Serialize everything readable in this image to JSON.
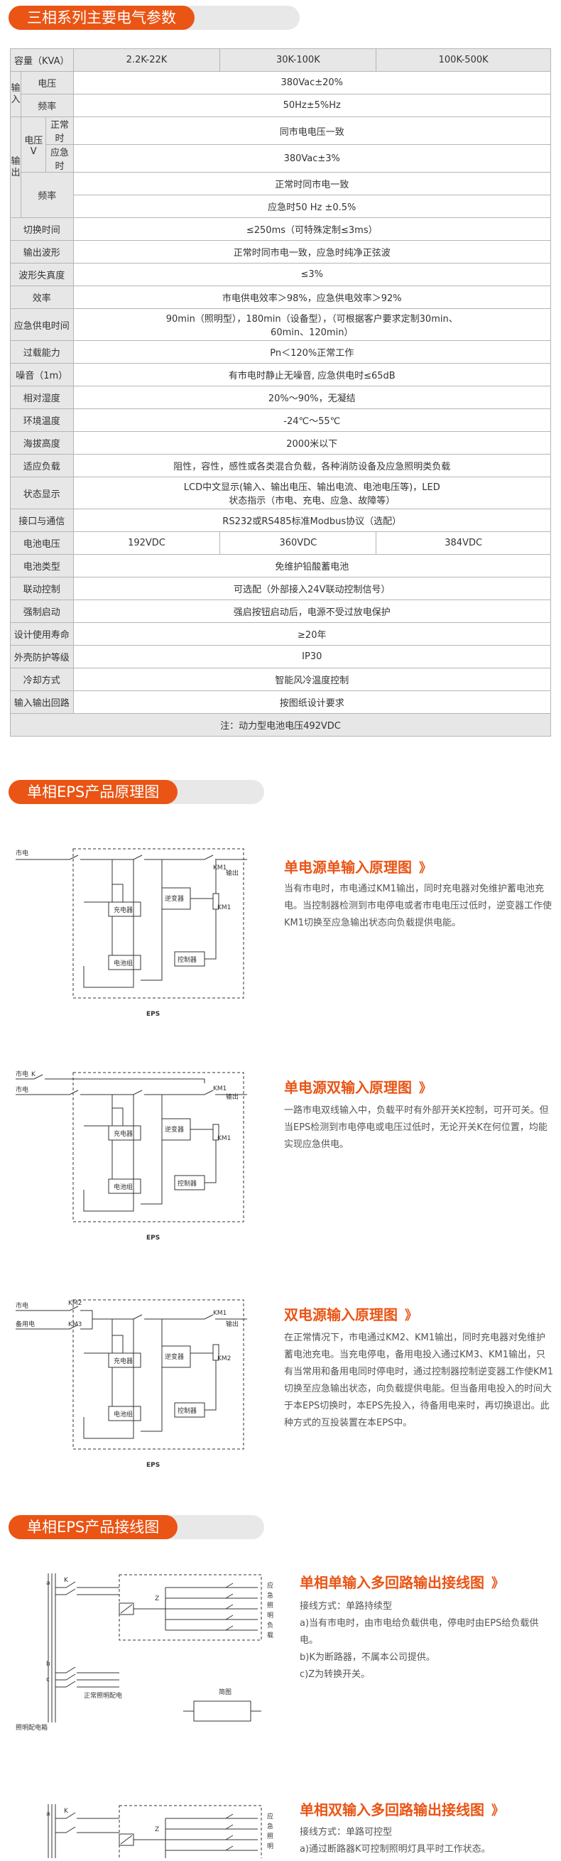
{
  "section1": {
    "title": "三相系列主要电气参数"
  },
  "spec": {
    "capacity_label": "容量（KVA）",
    "capacity_cols": [
      "2.2K-22K",
      "30K-100K",
      "100K-500K"
    ],
    "input_label": "输入",
    "voltage_label": "电压",
    "input_voltage": "380Vac±20%",
    "freq_label": "频率",
    "input_freq": "50Hz±5%Hz",
    "output_label": "输出",
    "out_voltage_label": "电压V",
    "normal_label": "正常时",
    "normal_value": "同市电电压一致",
    "emergency_label": "应急时",
    "emergency_value": "380Vac±3%",
    "out_freq_label": "频率",
    "out_freq_1": "正常时同市电一致",
    "out_freq_2": "应急时50 Hz ±0.5%",
    "rows": [
      {
        "label": "切换时间",
        "value": "≤250ms（可特殊定制≤3ms）"
      },
      {
        "label": "输出波形",
        "value": "正常时同市电一致，应急时纯净正弦波"
      },
      {
        "label": "波形失真度",
        "value": "≤3%"
      },
      {
        "label": "效率",
        "value": "市电供电效率＞98%，应急供电效率＞92%"
      },
      {
        "label": "应急供电时间",
        "value": "90min（照明型），180min（设备型），（可根据客户要求定制30min、60min、120min）"
      },
      {
        "label": "过载能力",
        "value": "Pn＜120%正常工作"
      },
      {
        "label": "噪音（1m）",
        "value": "有市电时静止无噪音, 应急供电时≤65dB"
      },
      {
        "label": "相对湿度",
        "value": "20%～90%，无凝结"
      },
      {
        "label": "环境温度",
        "value": "-24℃～55℃"
      },
      {
        "label": "海拔高度",
        "value": "2000米以下"
      },
      {
        "label": "适应负载",
        "value": "阻性，容性，感性或各类混合负载，各种消防设备及应急照明类负载"
      },
      {
        "label": "状态显示",
        "value": "LCD中文显示(输入、输出电压、输出电流、电池电压等)，LED状态指示（市电、充电、应急、故障等）"
      },
      {
        "label": "接口与通信",
        "value": "RS232或RS485标准Modbus协议（选配）"
      }
    ],
    "battery_voltage_label": "电池电压",
    "battery_voltages": [
      "192VDC",
      "360VDC",
      "384VDC"
    ],
    "rows2": [
      {
        "label": "电池类型",
        "value": "免维护铅酸蓄电池"
      },
      {
        "label": "联动控制",
        "value": "可选配（外部接入24V联动控制信号）"
      },
      {
        "label": "强制启动",
        "value": "强启按钮启动后，电源不受过放电保护"
      },
      {
        "label": "设计使用寿命",
        "value": "≥20年"
      },
      {
        "label": "外壳防护等级",
        "value": "IP30"
      },
      {
        "label": "冷却方式",
        "value": "智能风冷温度控制"
      },
      {
        "label": "输入输出回路",
        "value": "按图纸设计要求"
      }
    ],
    "note": "注：动力型电池电压492VDC"
  },
  "section2": {
    "title": "单相EPS产品原理图"
  },
  "principles": [
    {
      "title": "单电源单输入原理图",
      "arrow": "》",
      "text": "当有市电时，市电通过KM1输出，同时充电器对免维护蓄电池充电。当控制器检测到市电停电或者市电电压过低时，逆变器工作使KM1切换至应急输出状态向负载提供电能。"
    },
    {
      "title": "单电源双输入原理图",
      "arrow": "》",
      "text": "一路市电双线输入中，负载平时有外部开关K控制，可开可关。但当EPS检测到市电停电或电压过低时，无论开关K在何位置，均能实现应急供电。"
    },
    {
      "title": "双电源输入原理图",
      "arrow": "》",
      "text": " 在正常情况下，市电通过KM2、KM1输出，同时充电器对免维护蓄电池充电。当充电停电，备用电投入通过KM3、KM1输出，只有当常用和备用电同时停电时，通过控制器控制逆变器工作使KM1切换至应急输出状态，向负载提供电能。但当备用电投入的时间大于本EPS切换时，本EPS先投入，待备用电来时，再切换退出。此种方式的互投装置在本EPS中。"
    }
  ],
  "diagram_labels": {
    "mains": "市电",
    "backup": "备用电",
    "output": "输出",
    "charger": "充电器",
    "inverter": "逆变器",
    "battery": "电池组",
    "controller": "控制器",
    "eps": "EPS",
    "km1": "KM1",
    "km2": "KM2",
    "km3": "KM3",
    "k": "K"
  },
  "section3": {
    "title": "单相EPS产品接线图"
  },
  "wiring": [
    {
      "title": "单相单输入多回路输出接线图",
      "arrow": "》",
      "lines": [
        "接线方式：单路持续型",
        "a)当有市电时，由市电给负载供电，停电时由EPS给负载供电。",
        "b)K为断路器，不属本公司提供。",
        "c)Z为转换开关。"
      ]
    },
    {
      "title": "单相双输入多回路输出接线图",
      "arrow": "》",
      "lines": [
        "接线方式：单路可控型",
        "a)通过断路器K可控制照明灯具平时工作状态。"
      ]
    }
  ],
  "wiring_labels": {
    "abc": [
      "a",
      "b",
      "c"
    ],
    "k": "K",
    "z": "Z",
    "normal_lighting": "正常照明配电",
    "lighting_panel": "照明配电箱",
    "simple": "简图",
    "outs": [
      "应",
      "急",
      "照",
      "明",
      "负",
      "载"
    ]
  }
}
